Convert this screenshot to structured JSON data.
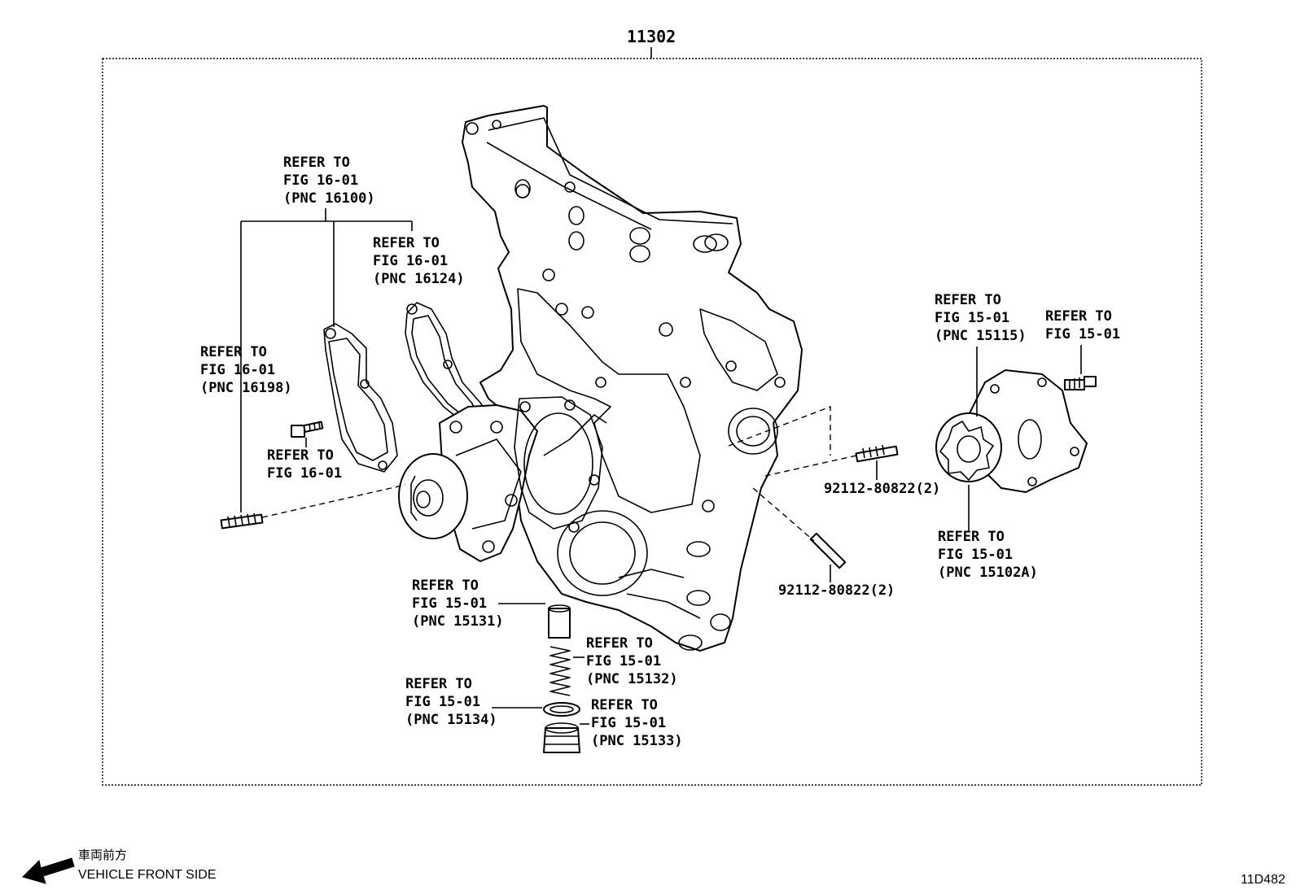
{
  "diagram": {
    "assembly_number": "11302",
    "callouts": [
      {
        "id": "pnc-16100",
        "lines": [
          "REFER TO",
          "FIG 16-01",
          "(PNC 16100)"
        ]
      },
      {
        "id": "pnc-16124",
        "lines": [
          "REFER TO",
          "FIG 16-01",
          "(PNC 16124)"
        ]
      },
      {
        "id": "pnc-16198",
        "lines": [
          "REFER TO",
          "FIG 16-01",
          "(PNC 16198)"
        ]
      },
      {
        "id": "fig-16-01-bolt",
        "lines": [
          "REFER TO",
          "FIG 16-01"
        ]
      },
      {
        "id": "pnc-15131",
        "lines": [
          "REFER TO",
          "FIG 15-01",
          "(PNC 15131)"
        ]
      },
      {
        "id": "pnc-15132",
        "lines": [
          "REFER TO",
          "FIG 15-01",
          "(PNC 15132)"
        ]
      },
      {
        "id": "pnc-15134",
        "lines": [
          "REFER TO",
          "FIG 15-01",
          "(PNC 15134)"
        ]
      },
      {
        "id": "pnc-15133",
        "lines": [
          "REFER TO",
          "FIG 15-01",
          "(PNC 15133)"
        ]
      },
      {
        "id": "pnc-15115",
        "lines": [
          "REFER TO",
          "FIG 15-01",
          "(PNC 15115)"
        ]
      },
      {
        "id": "fig-15-01-bolt",
        "lines": [
          "REFER TO",
          "FIG 15-01"
        ]
      },
      {
        "id": "pnc-15102a",
        "lines": [
          "REFER TO",
          "FIG 15-01",
          "(PNC 15102A)"
        ]
      }
    ],
    "stud_parts": [
      "92112-80822(2)",
      "92112-80822(2)"
    ]
  },
  "footer": {
    "direction_japanese": "車両前方",
    "direction_english": "VEHICLE FRONT SIDE",
    "illustration_code": "11D482"
  },
  "icons": {
    "direction_arrow": "arrow-left-down-icon"
  }
}
